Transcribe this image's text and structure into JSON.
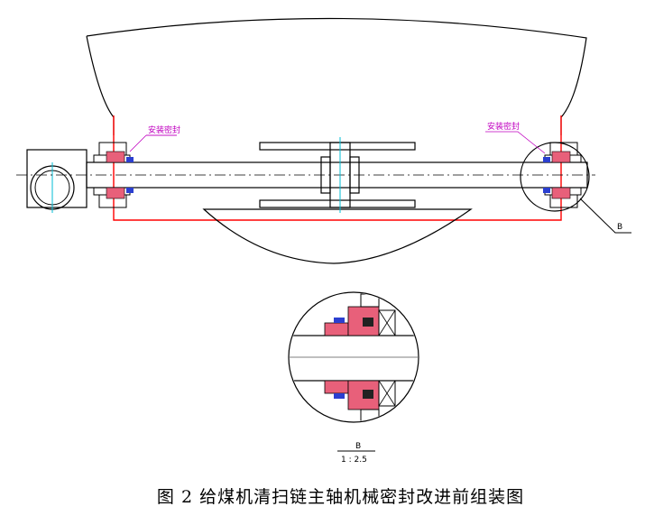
{
  "labels": {
    "seal_left": "安装密封",
    "seal_right": "安装密封",
    "detail_ref": "B",
    "detail_title": "B",
    "detail_scale": "1 : 2.5"
  },
  "caption": "图 2  给煤机清扫链主轴机械密封改进前组装图",
  "colors": {
    "outline": "#000000",
    "housing": "#ff0000",
    "label": "#c000c0",
    "centerline": "#00bcd4",
    "section_fill": "#e8607a"
  }
}
